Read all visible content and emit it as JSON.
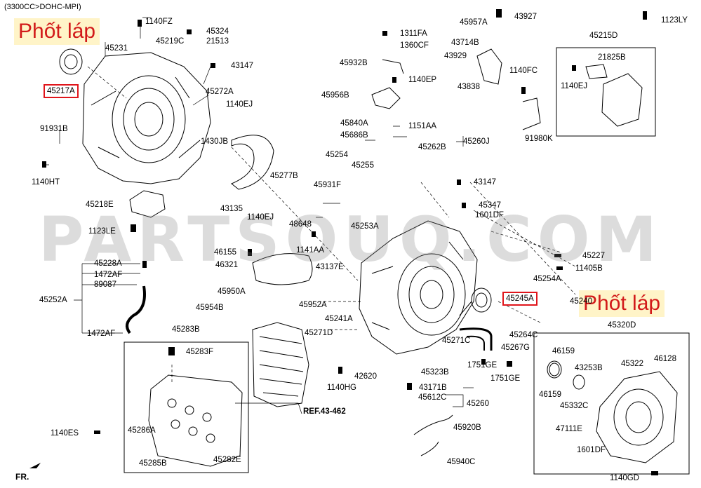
{
  "header": "(3300CC>DOHC-MPI)",
  "watermark": "PARTSOUQ.COM",
  "callouts": [
    {
      "text": "Phốt láp"
    },
    {
      "text": "Phốt láp"
    }
  ],
  "highlighted": [
    "45217A",
    "45245A"
  ],
  "fr_label": "FR.",
  "ref_label": "REF.43-462",
  "parts": [
    "1140FZ",
    "45324",
    "45231",
    "45219C",
    "21513",
    "43147",
    "45272A",
    "1140EJ",
    "91931B",
    "1140HT",
    "1430JB",
    "45218E",
    "43135",
    "1123LE",
    "45228A",
    "1472AF",
    "89087",
    "45252A",
    "1472AF",
    "45283B",
    "45283F",
    "45286A",
    "45285B",
    "45282E",
    "1140ES",
    "45277B",
    "1140EJ",
    "46155",
    "46321",
    "45950A",
    "45954B",
    "1311FA",
    "1360CF",
    "45932B",
    "1140EP",
    "45956B",
    "45840A",
    "45686B",
    "1151AA",
    "45262B",
    "45260J",
    "45254",
    "45255",
    "45931F",
    "48648",
    "1141AA",
    "43137E",
    "45253A",
    "45957A",
    "43927",
    "43714B",
    "43929",
    "43838",
    "1140FC",
    "91980K",
    "1123LY",
    "45215D",
    "21825B",
    "1140EJ",
    "43147",
    "45347",
    "1601DF",
    "45227",
    "11405B",
    "45254A",
    "45952A",
    "45241A",
    "45271D",
    "45271C",
    "45323B",
    "42620",
    "1140HG",
    "43171B",
    "45612C",
    "45260",
    "45920B",
    "45940C",
    "45264C",
    "45267G",
    "1751GE",
    "1751GE",
    "45320D",
    "46159",
    "43253B",
    "45322",
    "46128",
    "46159",
    "45332C",
    "47111E",
    "1601DF",
    "1140GD",
    "45240"
  ]
}
